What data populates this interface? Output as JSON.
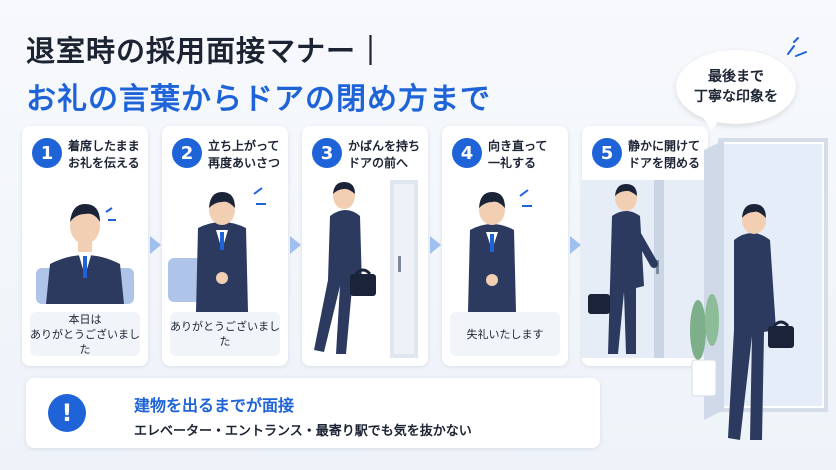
{
  "title": {
    "line1": "退室時の採用面接マナー｜",
    "line2": "お礼の言葉からドアの閉め方まで"
  },
  "bubble": {
    "line1": "最後まで",
    "line2": "丁寧な印象を"
  },
  "steps": [
    {
      "number": "1",
      "line1": "着席したまま",
      "line2": "お礼を伝える",
      "caption1": "本日は",
      "caption2": "ありがとうございました"
    },
    {
      "number": "2",
      "line1": "立ち上がって",
      "line2": "再度あいさつ",
      "caption1": "ありがとうございました",
      "caption2": ""
    },
    {
      "number": "3",
      "line1": "かばんを持ち",
      "line2": "ドアの前へ",
      "caption1": "",
      "caption2": ""
    },
    {
      "number": "4",
      "line1": "向き直って",
      "line2": "一礼する",
      "caption1": "失礼いたします",
      "caption2": ""
    },
    {
      "number": "5",
      "line1": "静かに開けて",
      "line2": "ドアを閉める",
      "caption1": "",
      "caption2": ""
    }
  ],
  "tip": {
    "icon": "!",
    "title": "建物を出るまでが面接",
    "subtitle": "エレベーター・エントランス・最寄り駅でも気を抜かない"
  },
  "colors": {
    "accent": "#1f63d8",
    "suit": "#2b3a5e",
    "text": "#1c2433"
  },
  "icons": [
    "exclamation-icon",
    "arrow-right-icon",
    "speech-bubble-icon"
  ]
}
